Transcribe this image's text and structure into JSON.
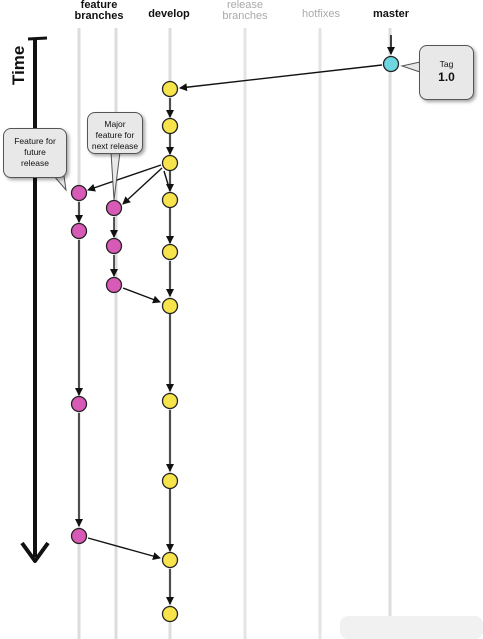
{
  "lanes": {
    "feature_branches": [
      "feature",
      "branches"
    ],
    "develop": [
      "develop"
    ],
    "release_branches": [
      "release",
      "branches"
    ],
    "hotfixes": [
      "hotfixes"
    ],
    "master": [
      "master"
    ]
  },
  "axis": {
    "time_label": "Time"
  },
  "callouts": {
    "tag": {
      "line1": "Tag",
      "line2": "1.0"
    },
    "feature_future": {
      "line1": "Feature for",
      "line2": "future",
      "line3": "release"
    },
    "major_feature": {
      "line1": "Major",
      "line2": "feature for",
      "line3": "next release"
    }
  },
  "colors": {
    "develop_commit": "#f7e34b",
    "feature_commit": "#d85ab7",
    "master_commit": "#6dd6e0",
    "lane_line": "#d9d9d9",
    "arrow": "#111111"
  }
}
